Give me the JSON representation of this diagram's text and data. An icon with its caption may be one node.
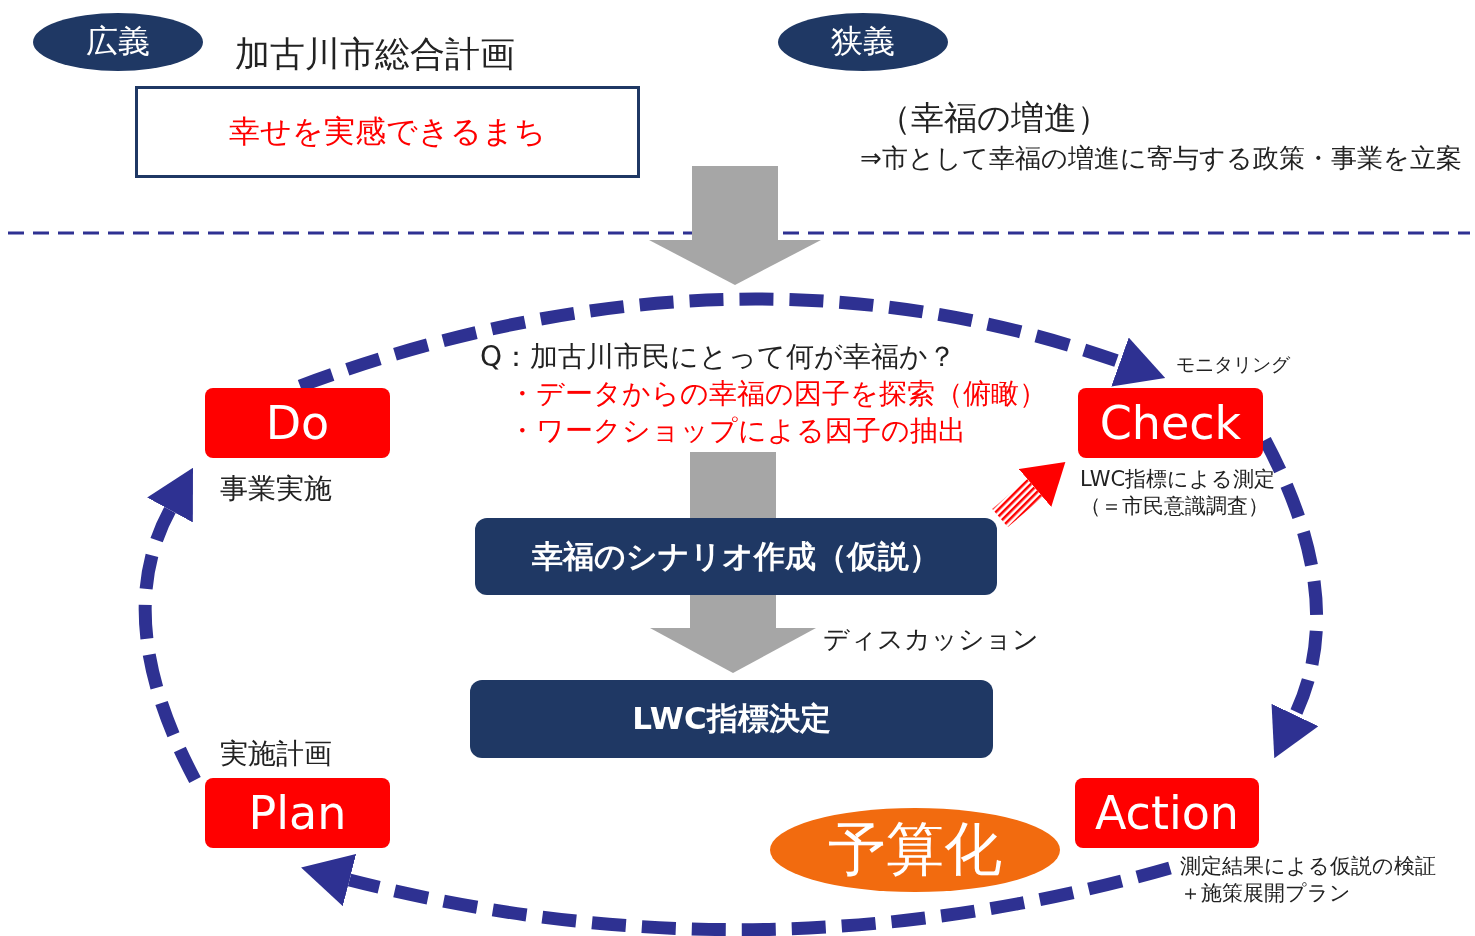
{
  "diagram": {
    "nodes": [
      {
        "text": [
          "広義"
        ]
      },
      {
        "text": [
          "狭義"
        ]
      },
      {
        "text": [
          "加古川市総合計画",
          "幸せを実感できるまち"
        ]
      },
      {
        "text": [
          "Do"
        ],
        "beside": [
          "事業実施"
        ]
      },
      {
        "text": [
          "Check"
        ],
        "beside": [
          "モニタリング",
          "LWC指標による測定（＝市民意識調査）"
        ]
      },
      {
        "text": [
          "Action"
        ],
        "beside": [
          "測定結果による仮説の検証＋施策展開プラン"
        ]
      },
      {
        "text": [
          "Plan"
        ],
        "beside": [
          "実施計画"
        ]
      },
      {
        "text": [
          "幸福のシナリオ作成（仮説）"
        ]
      },
      {
        "text": [
          "LWC指標決定"
        ]
      },
      {
        "text": [
          "予算化"
        ]
      },
      {
        "text": [
          "Q：加古川市民にとって何が幸福か？",
          "・データからの幸福の因子を探索（俯瞰）",
          "・ワークショップによる因子の抽出"
        ]
      }
    ],
    "edges": [
      {
        "from": 3,
        "to": 4,
        "arrow": "to",
        "style": "dashed"
      },
      {
        "from": 4,
        "to": 5,
        "arrow": "to",
        "style": "dashed"
      },
      {
        "from": 5,
        "to": 6,
        "arrow": "to",
        "style": "dashed"
      },
      {
        "from": 6,
        "to": 3,
        "arrow": "to",
        "style": "dashed"
      },
      {
        "from": null,
        "to": 10,
        "arrow": "to",
        "style": "thick",
        "color": "#a6a6a6"
      },
      {
        "from": 10,
        "to": 7,
        "arrow": "none",
        "style": "thick",
        "color": "#a6a6a6"
      },
      {
        "from": 7,
        "to": 8,
        "arrow": "to",
        "style": "thick",
        "color": "#a6a6a6",
        "label": "ディスカッション"
      },
      {
        "from": 7,
        "to": 4,
        "arrow": "to",
        "style": "thick",
        "color": "#ff0000"
      }
    ],
    "labels": [
      "（幸福の増進）",
      "⇒市として幸福の増進に寄与する政策・事業を立案"
    ]
  }
}
